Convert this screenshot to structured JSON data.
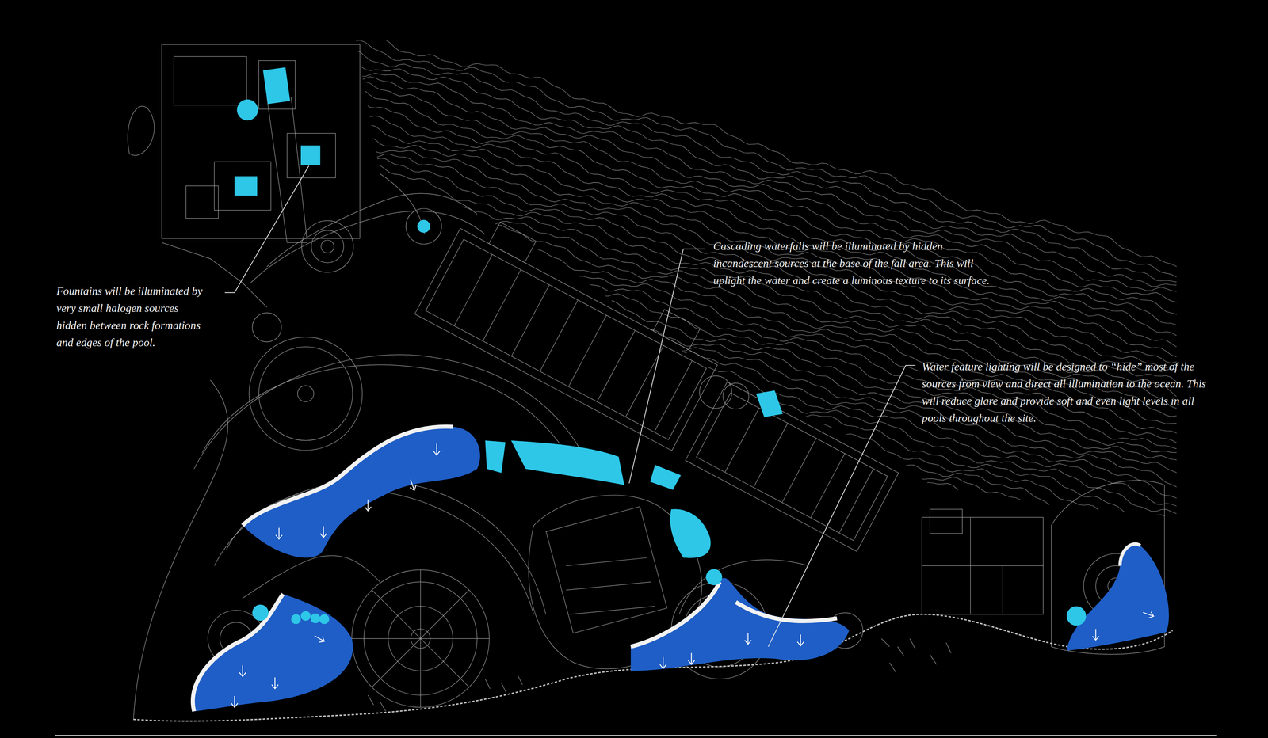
{
  "diagram": {
    "labels": [
      "Fountains will be illuminated by very small halogen sources hidden between rock formations and edges of the pool.",
      "Cascading waterfalls will be illuminated by hidden incandescent sources at the base of the fall area. This will uplight the water and create a luminous texture to its surface.",
      "Water feature lighting will be designed to “hide” most of the sources from view and direct all illumination to the ocean. This will reduce glare and provide soft and even light levels in all pools throughout the site."
    ]
  }
}
